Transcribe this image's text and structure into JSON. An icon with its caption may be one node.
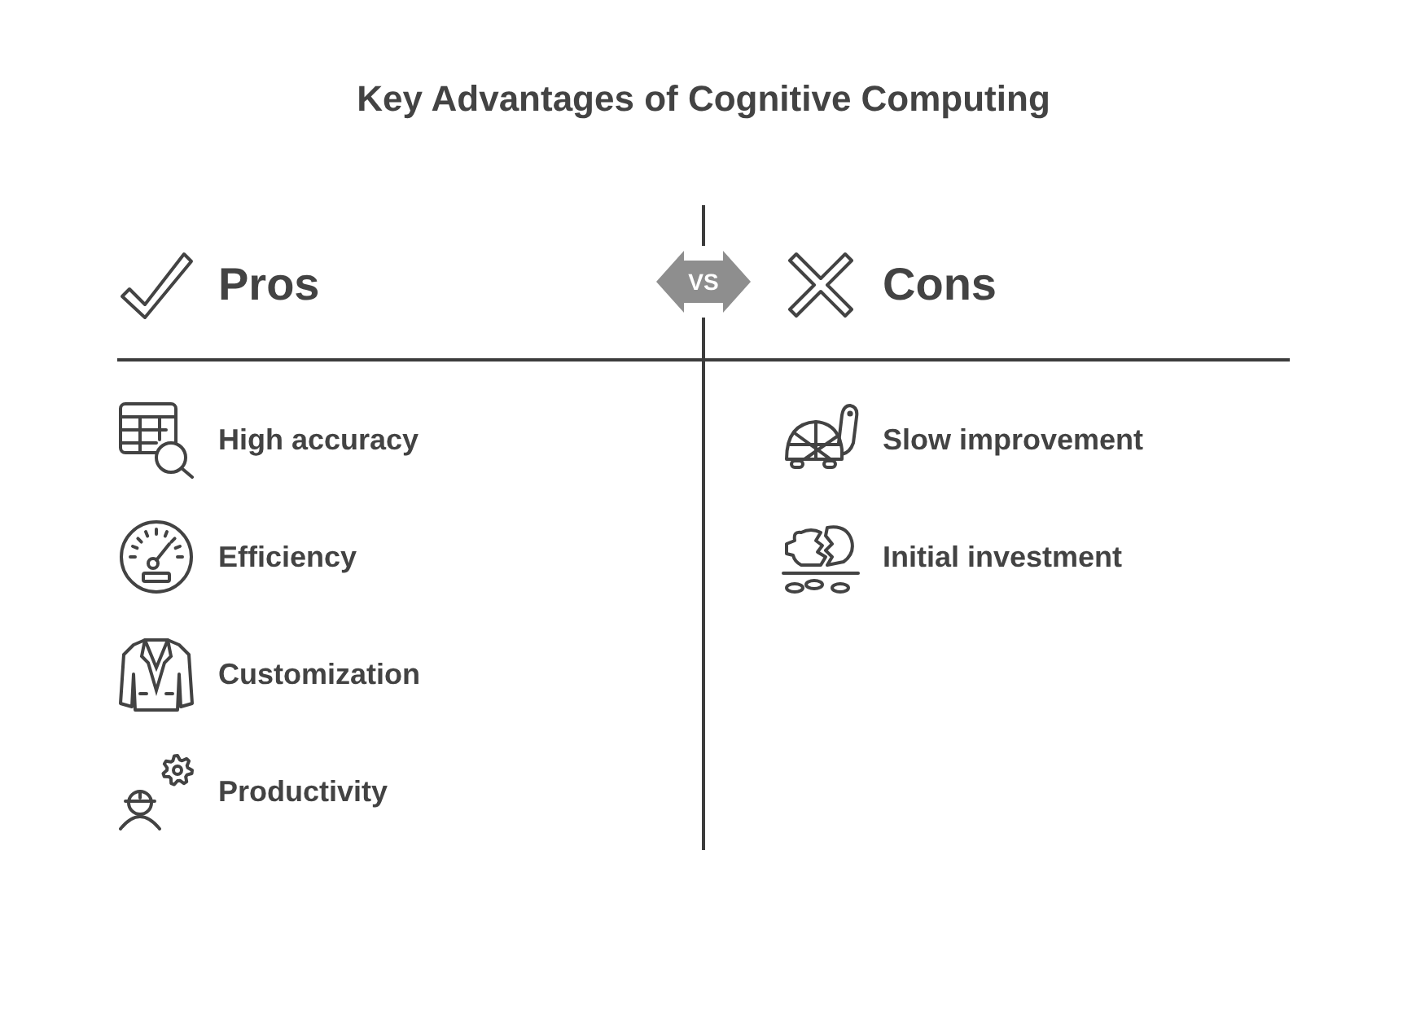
{
  "diagram": {
    "title": "Key Advantages of Cognitive Computing",
    "nodes": [
      {
        "text": [
          "VS"
        ]
      }
    ],
    "labels": [
      "Pros",
      "Cons",
      "High accuracy",
      "Slow improvement",
      "Efficiency",
      "Initial investment",
      "Customization",
      "Productivity"
    ]
  }
}
